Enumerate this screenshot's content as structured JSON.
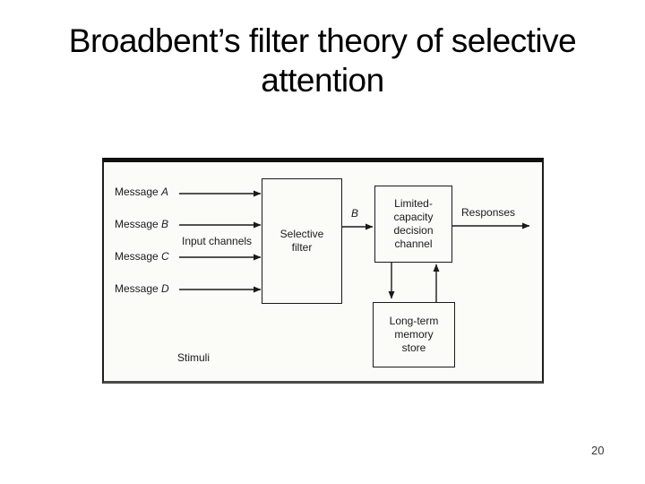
{
  "colors": {
    "slide_background": "#ffffff",
    "scan_background": "#fbfbf8",
    "ink": "#1a1a1a"
  },
  "slide": {
    "title_line1": "Broadbent’s filter theory of selective",
    "title_line2": "attention",
    "page_number": "20"
  },
  "diagram": {
    "messages": [
      {
        "word": "Message",
        "letter": "A"
      },
      {
        "word": "Message",
        "letter": "B"
      },
      {
        "word": "Message",
        "letter": "C"
      },
      {
        "word": "Message",
        "letter": "D"
      }
    ],
    "input_channels_label": "Input channels",
    "filter_box": {
      "line1": "Selective",
      "line2": "filter"
    },
    "channel_b_label": "B",
    "decision_box": {
      "line1": "Limited-",
      "line2": "capacity",
      "line3": "decision",
      "line4": "channel"
    },
    "responses_label": "Responses",
    "memory_box": {
      "line1": "Long-term",
      "line2": "memory",
      "line3": "store"
    },
    "stimuli_label": "Stimuli"
  }
}
